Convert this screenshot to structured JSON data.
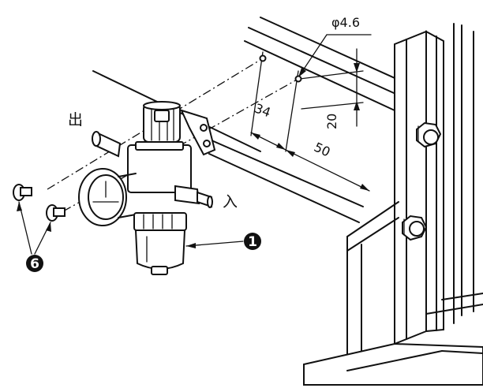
{
  "labels": {
    "outlet": "出",
    "inlet": "入",
    "hole_diameter": "φ4.6",
    "dim_34": "34",
    "dim_20": "20",
    "dim_50": "50"
  },
  "callouts": {
    "regulator": "1",
    "screws": "6"
  }
}
